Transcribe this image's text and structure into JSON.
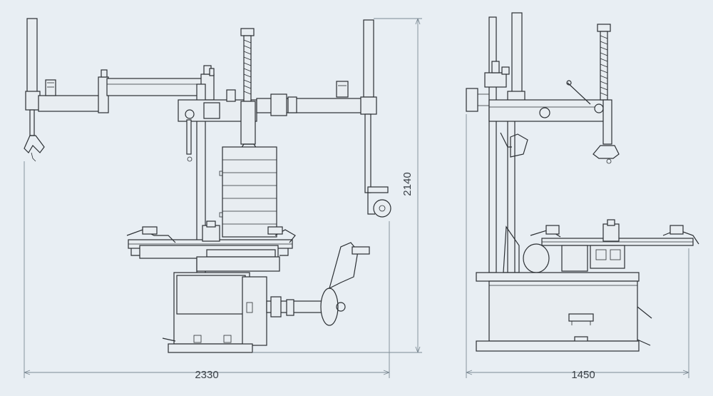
{
  "dimensions": {
    "front_width": "2330",
    "height": "2140",
    "side_depth": "1450"
  },
  "colors": {
    "background": "#e8eef3",
    "line": "#2b2f33",
    "dimension": "#7c8a94"
  }
}
